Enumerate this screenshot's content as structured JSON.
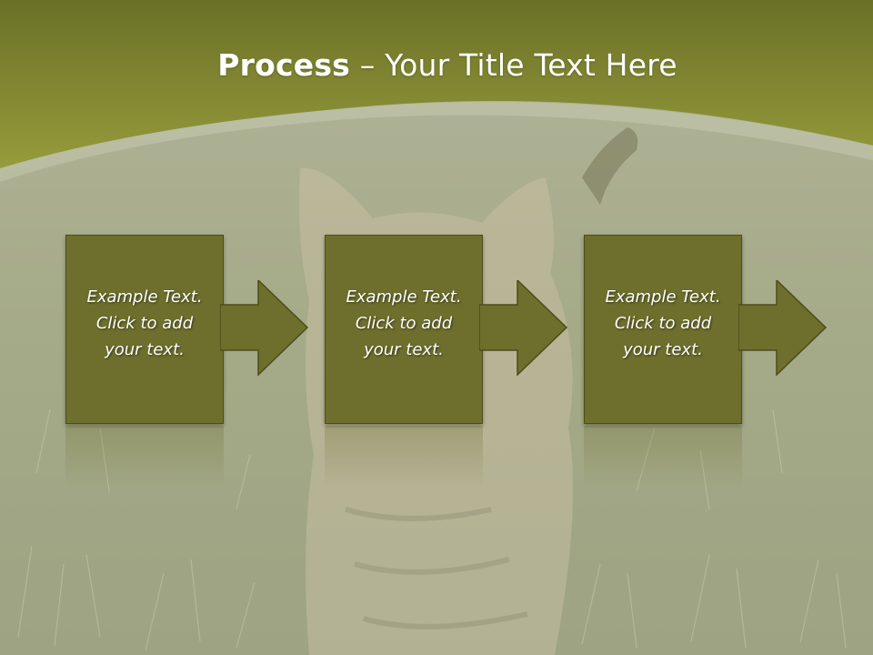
{
  "slide": {
    "title_bold": "Process",
    "title_rest": " – Your Title Text Here"
  },
  "steps": [
    {
      "line1": "Example Text.",
      "line2": "Click  to add",
      "line3": "your text."
    },
    {
      "line1": "Example Text.",
      "line2": "Click  to add",
      "line3": "your text."
    },
    {
      "line1": "Example Text.",
      "line2": "Click  to add",
      "line3": "your text."
    }
  ],
  "colors": {
    "header": "#8e9436",
    "box": "#6e6f2c",
    "arrow": "#6e6f2c",
    "background": "#a4a98a"
  }
}
